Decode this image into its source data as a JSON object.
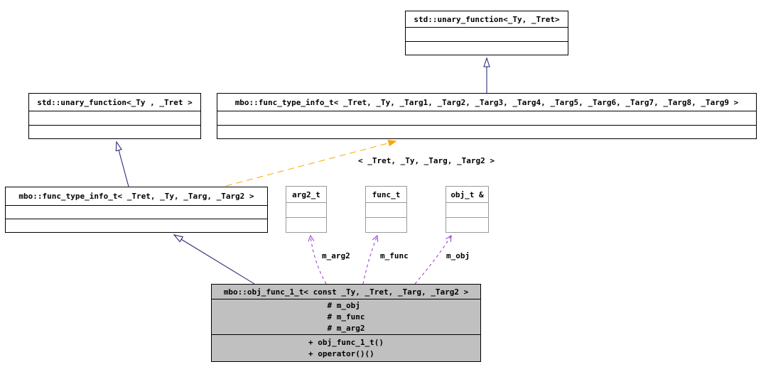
{
  "diagram": {
    "nodes": {
      "unary_function_top": {
        "title": "std::unary_function<_Ty, _Tret>"
      },
      "unary_function_left": {
        "title": "std::unary_function<_Ty , _Tret >"
      },
      "func_type_info_template": {
        "title": "mbo::func_type_info_t< _Tret, _Ty, _Targ1, _Targ2, _Targ3, _Targ4, _Targ5, _Targ6, _Targ7, _Targ8, _Targ9 >"
      },
      "func_type_info_instance": {
        "title": "mbo::func_type_info_t< _Tret, _Ty, _Targ, _Targ2 >"
      },
      "arg2_t": {
        "title": "arg2_t"
      },
      "func_t": {
        "title": "func_t"
      },
      "obj_t": {
        "title": "obj_t &"
      },
      "obj_func_1_t": {
        "title": "mbo::obj_func_1_t< const _Ty, _Tret, _Targ, _Targ2 >",
        "attributes": [
          "# m_obj",
          "# m_func",
          "# m_arg2"
        ],
        "methods": [
          "+ obj_func_1_t()",
          "+ operator()()"
        ]
      }
    },
    "edge_labels": {
      "template_args": "< _Tret, _Ty, _Targ, _Targ2 >",
      "m_arg2": "m_arg2",
      "m_func": "m_func",
      "m_obj": "m_obj"
    },
    "colors": {
      "inheritance_edge": "#191970",
      "template_edge": "#ffa500",
      "usage_edge": "#9a32cd",
      "main_node_fill": "#c0c0c0",
      "node_fill": "#ffffff",
      "node_border": "#000000",
      "ref_node_border": "#999999"
    }
  }
}
